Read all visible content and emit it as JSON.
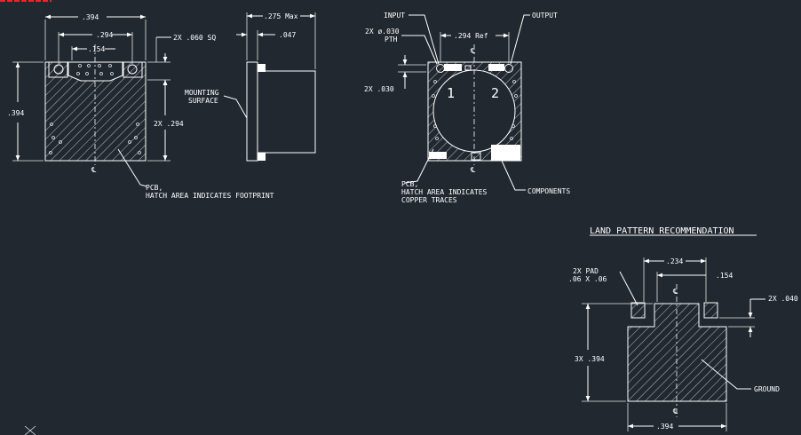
{
  "colors": {
    "background": "#212830",
    "lines": "#ffffff",
    "corner_mark": "#ff2020"
  },
  "view1": {
    "dim_overall_width": ".394",
    "dim_hole_spacing": ".294",
    "dim_hole_offset": ".154",
    "dim_square": "2X .060 SQ",
    "dim_height": ".394",
    "dim_pad_height": "2X .294",
    "centerline": "℄",
    "note": [
      "PCB,",
      "HATCH AREA INDICATES FOOTPRINT"
    ]
  },
  "view2": {
    "dim_max": ".275 Max",
    "dim_flange": ".047",
    "note": [
      "MOUNTING",
      "SURFACE"
    ]
  },
  "view3": {
    "input": "INPUT",
    "output": "OUTPUT",
    "pth": [
      "2X ø.030",
      "PTH"
    ],
    "ref": ".294 Ref",
    "dim_030": "2X .030",
    "port1": "1",
    "port2": "2",
    "centerline": "℄",
    "note": [
      "PCB,",
      "HATCH AREA INDICATES",
      "COPPER TRACES"
    ],
    "components": "COMPONENTS"
  },
  "land_pattern": {
    "title": "LAND PATTERN RECOMMENDATION",
    "pad": [
      "2X PAD",
      ".06 X .06"
    ],
    "dim_234": ".234",
    "dim_154": ".154",
    "dim_040": "2X .040",
    "dim_height": "3X .394",
    "dim_width": ".394",
    "ground": "GROUND",
    "centerline": "℄"
  }
}
